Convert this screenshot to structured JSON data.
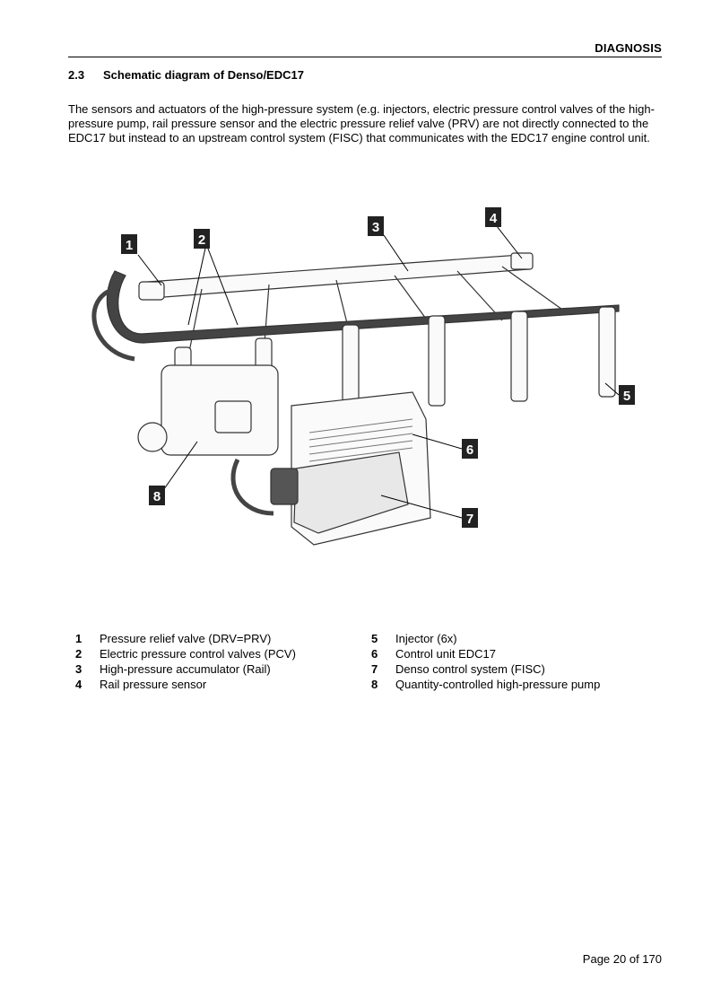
{
  "header": {
    "title": "DIAGNOSIS"
  },
  "section": {
    "number": "2.3",
    "title": "Schematic diagram of Denso/EDC17",
    "intro": "The sensors and actuators of the high-pressure system (e.g. injectors, electric pressure control valves of the high-pressure pump, rail pressure sensor and the electric pressure relief valve (PRV) are not directly connected to the EDC17 but instead to an upstream control system (FISC) that communicates with the EDC17 engine control unit."
  },
  "diagram": {
    "callouts": [
      "1",
      "2",
      "3",
      "4",
      "5",
      "6",
      "7",
      "8"
    ]
  },
  "legend": {
    "left": [
      {
        "num": "1",
        "text": "Pressure relief valve (DRV=PRV)"
      },
      {
        "num": "2",
        "text": "Electric pressure control valves (PCV)"
      },
      {
        "num": "3",
        "text": "High-pressure accumulator (Rail)"
      },
      {
        "num": "4",
        "text": "Rail pressure sensor"
      }
    ],
    "right": [
      {
        "num": "5",
        "text": "Injector (6x)"
      },
      {
        "num": "6",
        "text": "Control unit EDC17"
      },
      {
        "num": "7",
        "text": "Denso control system (FISC)"
      },
      {
        "num": "8",
        "text": "Quantity-controlled high-pressure pump"
      }
    ]
  },
  "footer": {
    "page": "Page 20 of 170"
  }
}
